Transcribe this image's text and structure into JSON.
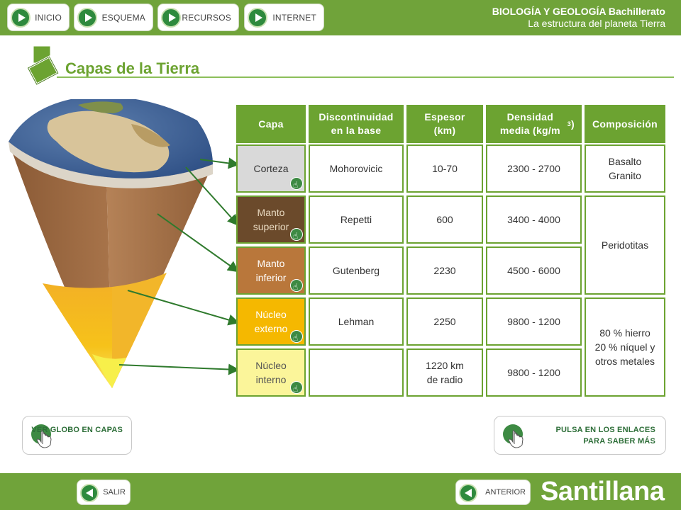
{
  "nav": {
    "items": [
      {
        "label": "INICIO"
      },
      {
        "label": "ESQUEMA"
      },
      {
        "label": "RECURSOS"
      },
      {
        "label": "INTERNET"
      }
    ]
  },
  "header": {
    "course": "BIOLOGÍA Y GEOLOGÍA Bachillerato",
    "unit": "La estructura del planeta Tierra"
  },
  "page": {
    "title": "Capas de la Tierra"
  },
  "table": {
    "headers": {
      "capa": "Capa",
      "discontinuidad": "Discontinuidad en la base",
      "espesor": "Espesor (km)",
      "densidad": "Densidad media (kg/m³)",
      "composicion": "Composición"
    },
    "rows": [
      {
        "capa": "Corteza",
        "discontinuidad": "Mohorovicic",
        "espesor": "10-70",
        "densidad": "2300 - 2700",
        "color": "#d9d9d9",
        "text_color": "#333333"
      },
      {
        "capa": "Manto superior",
        "discontinuidad": "Repetti",
        "espesor": "600",
        "densidad": "3400 - 4000",
        "color": "#6b4a2b",
        "text_color": "#e8d9c0"
      },
      {
        "capa": "Manto inferior",
        "discontinuidad": "Gutenberg",
        "espesor": "2230",
        "densidad": "4500 - 6000",
        "color": "#b9773b",
        "text_color": "#ffffff"
      },
      {
        "capa": "Núcleo externo",
        "discontinuidad": "Lehman",
        "espesor": "2250",
        "densidad": "9800 - 1200",
        "color": "#f5b800",
        "text_color": "#ffffff"
      },
      {
        "capa": "Núcleo interno",
        "discontinuidad": "",
        "espesor": "1220 km de radio",
        "densidad": "9800 - 1200",
        "color": "#fbf59a",
        "text_color": "#555555"
      }
    ],
    "composition": [
      {
        "text": "Basalto Granito"
      },
      {
        "text": "Peridotitas"
      },
      {
        "text": "80 % hierro 20 % níquel y otros metales"
      }
    ]
  },
  "buttons": {
    "globe": "VER GLOBO EN CAPAS",
    "links": "PULSA EN LOS ENLACES PARA SABER MÁS",
    "exit": "SALIR",
    "previous": "ANTERIOR"
  },
  "brand": "Santillana",
  "colors": {
    "bar_green": "#70a33a",
    "accent_green": "#6ca331",
    "button_green": "#2e8a3d"
  },
  "icons": [
    "play-icon",
    "hand-pointer-icon",
    "back-arrow-icon",
    "title-squares-icon"
  ]
}
